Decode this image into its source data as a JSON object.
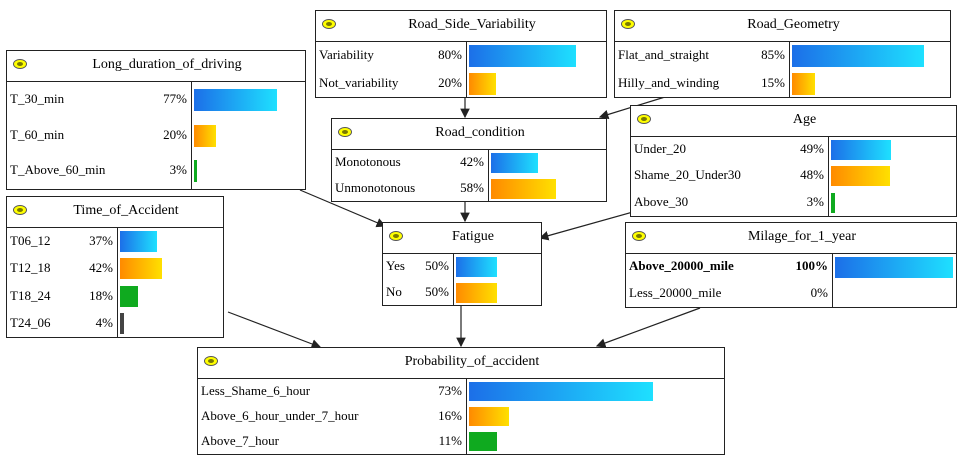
{
  "colors": {
    "bar_high": "#1c6fe8",
    "bar_high_light": "#1ee0ff",
    "bar_mid": "#ff8a00",
    "bar_mid_light": "#ffe000",
    "bar_low": "#0faa1f",
    "node_icon": "#ffff00"
  },
  "nodes": {
    "road_side_variability": {
      "title": "Road_Side_Variability",
      "states": [
        {
          "name": "Variability",
          "pct": "80%",
          "value": 0.8
        },
        {
          "name": "Not_variability",
          "pct": "20%",
          "value": 0.2
        }
      ]
    },
    "road_geometry": {
      "title": "Road_Geometry",
      "states": [
        {
          "name": "Flat_and_straight",
          "pct": "85%",
          "value": 0.85
        },
        {
          "name": "Hilly_and_winding",
          "pct": "15%",
          "value": 0.15
        }
      ]
    },
    "long_duration_of_driving": {
      "title": "Long_duration_of_driving",
      "states": [
        {
          "name": "T_30_min",
          "pct": "77%",
          "value": 0.77
        },
        {
          "name": "T_60_min",
          "pct": "20%",
          "value": 0.2
        },
        {
          "name": "T_Above_60_min",
          "pct": "3%",
          "value": 0.03
        }
      ]
    },
    "road_condition": {
      "title": "Road_condition",
      "states": [
        {
          "name": "Monotonous",
          "pct": "42%",
          "value": 0.42
        },
        {
          "name": "Unmonotonous",
          "pct": "58%",
          "value": 0.58
        }
      ]
    },
    "age": {
      "title": "Age",
      "states": [
        {
          "name": "Under_20",
          "pct": "49%",
          "value": 0.49
        },
        {
          "name": "Shame_20_Under30",
          "pct": "48%",
          "value": 0.48
        },
        {
          "name": "Above_30",
          "pct": "3%",
          "value": 0.03
        }
      ]
    },
    "time_of_accident": {
      "title": "Time_of_Accident",
      "states": [
        {
          "name": "T06_12",
          "pct": "37%",
          "value": 0.37
        },
        {
          "name": "T12_18",
          "pct": "42%",
          "value": 0.42
        },
        {
          "name": "T18_24",
          "pct": "18%",
          "value": 0.18
        },
        {
          "name": "T24_06",
          "pct": "4%",
          "value": 0.04
        }
      ]
    },
    "fatigue": {
      "title": "Fatigue",
      "states": [
        {
          "name": "Yes",
          "pct": "50%",
          "value": 0.5
        },
        {
          "name": "No",
          "pct": "50%",
          "value": 0.5
        }
      ]
    },
    "milage_for_1_year": {
      "title": "Milage_for_1_year",
      "states": [
        {
          "name": "Above_20000_mile",
          "pct": "100%",
          "value": 1.0,
          "bold": true
        },
        {
          "name": "Less_20000_mile",
          "pct": "0%",
          "value": 0.0
        }
      ]
    },
    "probability_of_accident": {
      "title": "Probability_of_accident",
      "states": [
        {
          "name": "Less_Shame_6_hour",
          "pct": "73%",
          "value": 0.73
        },
        {
          "name": "Above_6_hour_under_7_hour",
          "pct": "16%",
          "value": 0.16
        },
        {
          "name": "Above_7_hour",
          "pct": "11%",
          "value": 0.11
        }
      ]
    }
  }
}
